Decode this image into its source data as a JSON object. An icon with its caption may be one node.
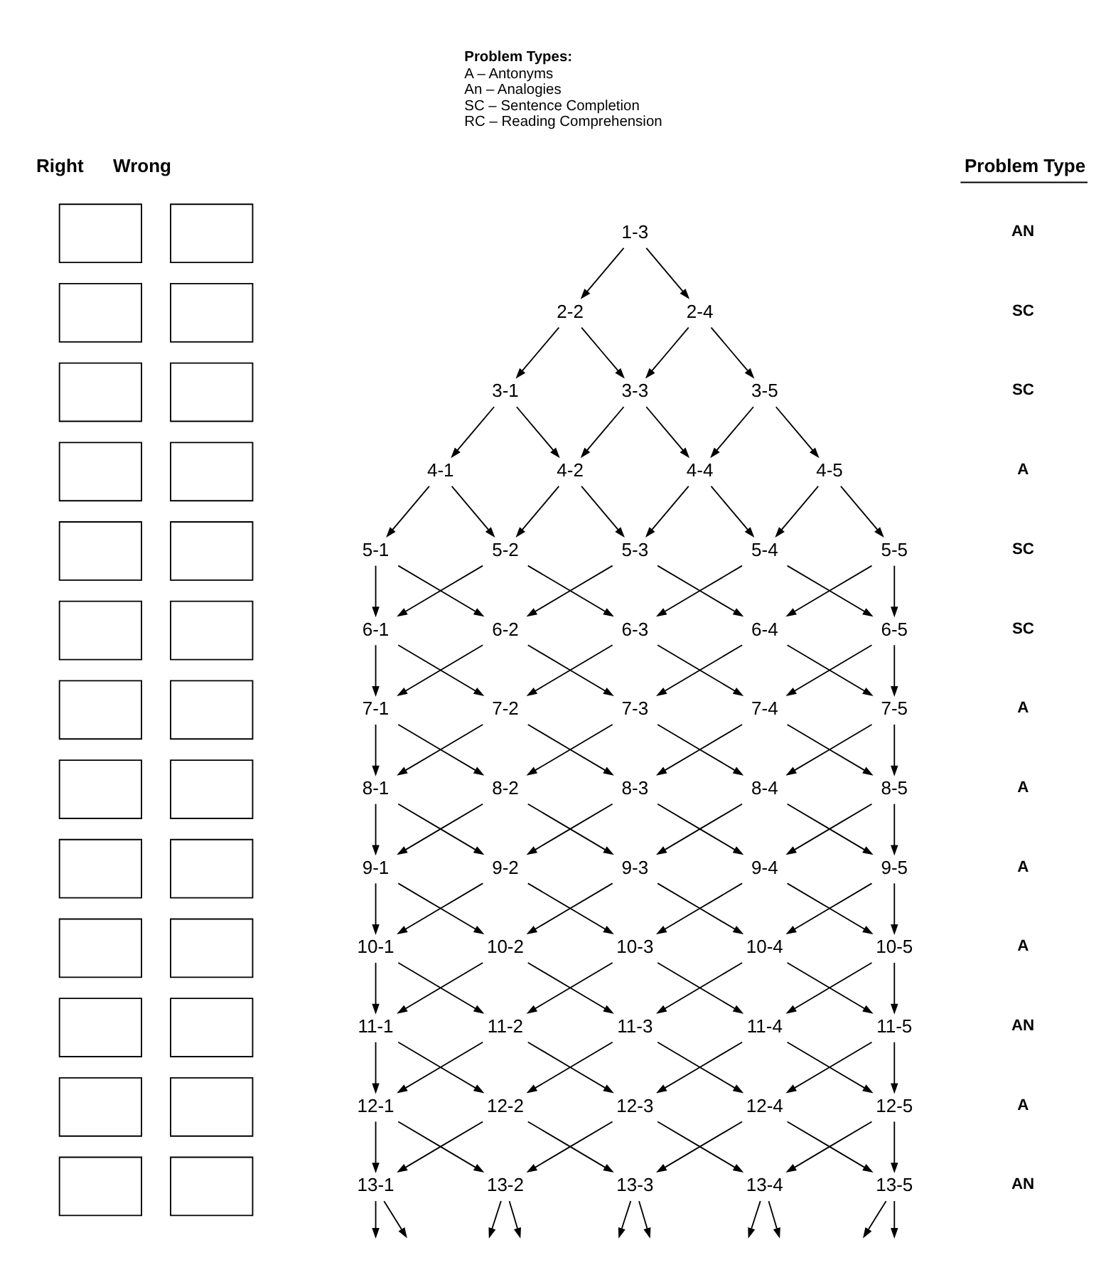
{
  "diagram": {
    "nodes": [
      {
        "text": [
          "1-3"
        ]
      },
      {
        "text": [
          "2-2"
        ]
      },
      {
        "text": [
          "2-4"
        ]
      },
      {
        "text": [
          "3-1"
        ]
      },
      {
        "text": [
          "3-3"
        ]
      },
      {
        "text": [
          "3-5"
        ]
      },
      {
        "text": [
          "4-1"
        ]
      },
      {
        "text": [
          "4-2"
        ]
      },
      {
        "text": [
          "4-4"
        ]
      },
      {
        "text": [
          "4-5"
        ]
      },
      {
        "text": [
          "5-1"
        ]
      },
      {
        "text": [
          "5-2"
        ]
      },
      {
        "text": [
          "5-3"
        ]
      },
      {
        "text": [
          "5-4"
        ]
      },
      {
        "text": [
          "5-5"
        ]
      },
      {
        "text": [
          "6-1"
        ]
      },
      {
        "text": [
          "6-2"
        ]
      },
      {
        "text": [
          "6-3"
        ]
      },
      {
        "text": [
          "6-4"
        ]
      },
      {
        "text": [
          "6-5"
        ]
      },
      {
        "text": [
          "7-1"
        ]
      },
      {
        "text": [
          "7-2"
        ]
      },
      {
        "text": [
          "7-3"
        ]
      },
      {
        "text": [
          "7-4"
        ]
      },
      {
        "text": [
          "7-5"
        ]
      },
      {
        "text": [
          "8-1"
        ]
      },
      {
        "text": [
          "8-2"
        ]
      },
      {
        "text": [
          "8-3"
        ]
      },
      {
        "text": [
          "8-4"
        ]
      },
      {
        "text": [
          "8-5"
        ]
      },
      {
        "text": [
          "9-1"
        ]
      },
      {
        "text": [
          "9-2"
        ]
      },
      {
        "text": [
          "9-3"
        ]
      },
      {
        "text": [
          "9-4"
        ]
      },
      {
        "text": [
          "9-5"
        ]
      },
      {
        "text": [
          "10-1"
        ]
      },
      {
        "text": [
          "10-2"
        ]
      },
      {
        "text": [
          "10-3"
        ]
      },
      {
        "text": [
          "10-4"
        ]
      },
      {
        "text": [
          "10-5"
        ]
      },
      {
        "text": [
          "11-1"
        ]
      },
      {
        "text": [
          "11-2"
        ]
      },
      {
        "text": [
          "11-3"
        ]
      },
      {
        "text": [
          "11-4"
        ]
      },
      {
        "text": [
          "11-5"
        ]
      },
      {
        "text": [
          "12-1"
        ]
      },
      {
        "text": [
          "12-2"
        ]
      },
      {
        "text": [
          "12-3"
        ]
      },
      {
        "text": [
          "12-4"
        ]
      },
      {
        "text": [
          "12-5"
        ]
      },
      {
        "text": [
          "13-1"
        ]
      },
      {
        "text": [
          "13-2"
        ]
      },
      {
        "text": [
          "13-3"
        ]
      },
      {
        "text": [
          "13-4"
        ]
      },
      {
        "text": [
          "13-5"
        ]
      },
      {
        "text": [],
        "shape": "box"
      },
      {
        "text": [],
        "shape": "box"
      },
      {
        "text": [],
        "shape": "box"
      },
      {
        "text": [],
        "shape": "box"
      },
      {
        "text": [],
        "shape": "box"
      },
      {
        "text": [],
        "shape": "box"
      },
      {
        "text": [],
        "shape": "box"
      },
      {
        "text": [],
        "shape": "box"
      },
      {
        "text": [],
        "shape": "box"
      },
      {
        "text": [],
        "shape": "box"
      },
      {
        "text": [],
        "shape": "box"
      },
      {
        "text": [],
        "shape": "box"
      },
      {
        "text": [],
        "shape": "box"
      },
      {
        "text": [],
        "shape": "box"
      },
      {
        "text": [],
        "shape": "box"
      },
      {
        "text": [],
        "shape": "box"
      },
      {
        "text": [],
        "shape": "box"
      },
      {
        "text": [],
        "shape": "box"
      },
      {
        "text": [],
        "shape": "box"
      },
      {
        "text": [],
        "shape": "box"
      },
      {
        "text": [],
        "shape": "box"
      },
      {
        "text": [],
        "shape": "box"
      },
      {
        "text": [],
        "shape": "box"
      },
      {
        "text": [],
        "shape": "box"
      },
      {
        "text": [],
        "shape": "box"
      },
      {
        "text": [],
        "shape": "box"
      }
    ],
    "edges": [
      {
        "from": 0,
        "to": 1,
        "arrow": "to"
      },
      {
        "from": 0,
        "to": 2,
        "arrow": "to"
      },
      {
        "from": 1,
        "to": 3,
        "arrow": "to"
      },
      {
        "from": 1,
        "to": 4,
        "arrow": "to"
      },
      {
        "from": 2,
        "to": 4,
        "arrow": "to"
      },
      {
        "from": 2,
        "to": 5,
        "arrow": "to"
      },
      {
        "from": 3,
        "to": 6,
        "arrow": "to"
      },
      {
        "from": 3,
        "to": 7,
        "arrow": "to"
      },
      {
        "from": 4,
        "to": 7,
        "arrow": "to"
      },
      {
        "from": 4,
        "to": 8,
        "arrow": "to"
      },
      {
        "from": 5,
        "to": 8,
        "arrow": "to"
      },
      {
        "from": 5,
        "to": 9,
        "arrow": "to"
      },
      {
        "from": 6,
        "to": 10,
        "arrow": "to"
      },
      {
        "from": 6,
        "to": 11,
        "arrow": "to"
      },
      {
        "from": 7,
        "to": 11,
        "arrow": "to"
      },
      {
        "from": 7,
        "to": 12,
        "arrow": "to"
      },
      {
        "from": 8,
        "to": 12,
        "arrow": "to"
      },
      {
        "from": 8,
        "to": 13,
        "arrow": "to"
      },
      {
        "from": 9,
        "to": 13,
        "arrow": "to"
      },
      {
        "from": 9,
        "to": 14,
        "arrow": "to"
      },
      {
        "from": 10,
        "to": 15,
        "arrow": "to"
      },
      {
        "from": 10,
        "to": 16,
        "arrow": "to"
      },
      {
        "from": 11,
        "to": 15,
        "arrow": "to"
      },
      {
        "from": 11,
        "to": 17,
        "arrow": "to"
      },
      {
        "from": 12,
        "to": 16,
        "arrow": "to"
      },
      {
        "from": 12,
        "to": 18,
        "arrow": "to"
      },
      {
        "from": 13,
        "to": 17,
        "arrow": "to"
      },
      {
        "from": 13,
        "to": 19,
        "arrow": "to"
      },
      {
        "from": 14,
        "to": 18,
        "arrow": "to"
      },
      {
        "from": 14,
        "to": 19,
        "arrow": "to"
      },
      {
        "from": 15,
        "to": 20,
        "arrow": "to"
      },
      {
        "from": 15,
        "to": 21,
        "arrow": "to"
      },
      {
        "from": 16,
        "to": 20,
        "arrow": "to"
      },
      {
        "from": 16,
        "to": 22,
        "arrow": "to"
      },
      {
        "from": 17,
        "to": 21,
        "arrow": "to"
      },
      {
        "from": 17,
        "to": 23,
        "arrow": "to"
      },
      {
        "from": 18,
        "to": 22,
        "arrow": "to"
      },
      {
        "from": 18,
        "to": 24,
        "arrow": "to"
      },
      {
        "from": 19,
        "to": 23,
        "arrow": "to"
      },
      {
        "from": 19,
        "to": 24,
        "arrow": "to"
      },
      {
        "from": 20,
        "to": 25,
        "arrow": "to"
      },
      {
        "from": 20,
        "to": 26,
        "arrow": "to"
      },
      {
        "from": 21,
        "to": 25,
        "arrow": "to"
      },
      {
        "from": 21,
        "to": 27,
        "arrow": "to"
      },
      {
        "from": 22,
        "to": 26,
        "arrow": "to"
      },
      {
        "from": 22,
        "to": 28,
        "arrow": "to"
      },
      {
        "from": 23,
        "to": 27,
        "arrow": "to"
      },
      {
        "from": 23,
        "to": 29,
        "arrow": "to"
      },
      {
        "from": 24,
        "to": 28,
        "arrow": "to"
      },
      {
        "from": 24,
        "to": 29,
        "arrow": "to"
      },
      {
        "from": 25,
        "to": 30,
        "arrow": "to"
      },
      {
        "from": 25,
        "to": 31,
        "arrow": "to"
      },
      {
        "from": 26,
        "to": 30,
        "arrow": "to"
      },
      {
        "from": 26,
        "to": 32,
        "arrow": "to"
      },
      {
        "from": 27,
        "to": 31,
        "arrow": "to"
      },
      {
        "from": 27,
        "to": 33,
        "arrow": "to"
      },
      {
        "from": 28,
        "to": 32,
        "arrow": "to"
      },
      {
        "from": 28,
        "to": 34,
        "arrow": "to"
      },
      {
        "from": 29,
        "to": 33,
        "arrow": "to"
      },
      {
        "from": 29,
        "to": 34,
        "arrow": "to"
      },
      {
        "from": 30,
        "to": 35,
        "arrow": "to"
      },
      {
        "from": 30,
        "to": 36,
        "arrow": "to"
      },
      {
        "from": 31,
        "to": 35,
        "arrow": "to"
      },
      {
        "from": 31,
        "to": 37,
        "arrow": "to"
      },
      {
        "from": 32,
        "to": 36,
        "arrow": "to"
      },
      {
        "from": 32,
        "to": 38,
        "arrow": "to"
      },
      {
        "from": 33,
        "to": 37,
        "arrow": "to"
      },
      {
        "from": 33,
        "to": 39,
        "arrow": "to"
      },
      {
        "from": 34,
        "to": 38,
        "arrow": "to"
      },
      {
        "from": 34,
        "to": 39,
        "arrow": "to"
      },
      {
        "from": 35,
        "to": 40,
        "arrow": "to"
      },
      {
        "from": 35,
        "to": 41,
        "arrow": "to"
      },
      {
        "from": 36,
        "to": 40,
        "arrow": "to"
      },
      {
        "from": 36,
        "to": 42,
        "arrow": "to"
      },
      {
        "from": 37,
        "to": 41,
        "arrow": "to"
      },
      {
        "from": 37,
        "to": 43,
        "arrow": "to"
      },
      {
        "from": 38,
        "to": 42,
        "arrow": "to"
      },
      {
        "from": 38,
        "to": 44,
        "arrow": "to"
      },
      {
        "from": 39,
        "to": 43,
        "arrow": "to"
      },
      {
        "from": 39,
        "to": 44,
        "arrow": "to"
      },
      {
        "from": 40,
        "to": 45,
        "arrow": "to"
      },
      {
        "from": 40,
        "to": 46,
        "arrow": "to"
      },
      {
        "from": 41,
        "to": 45,
        "arrow": "to"
      },
      {
        "from": 41,
        "to": 47,
        "arrow": "to"
      },
      {
        "from": 42,
        "to": 46,
        "arrow": "to"
      },
      {
        "from": 42,
        "to": 48,
        "arrow": "to"
      },
      {
        "from": 43,
        "to": 47,
        "arrow": "to"
      },
      {
        "from": 43,
        "to": 49,
        "arrow": "to"
      },
      {
        "from": 44,
        "to": 48,
        "arrow": "to"
      },
      {
        "from": 44,
        "to": 49,
        "arrow": "to"
      },
      {
        "from": 45,
        "to": 50,
        "arrow": "to"
      },
      {
        "from": 45,
        "to": 51,
        "arrow": "to"
      },
      {
        "from": 46,
        "to": 50,
        "arrow": "to"
      },
      {
        "from": 46,
        "to": 52,
        "arrow": "to"
      },
      {
        "from": 47,
        "to": 51,
        "arrow": "to"
      },
      {
        "from": 47,
        "to": 53,
        "arrow": "to"
      },
      {
        "from": 48,
        "to": 52,
        "arrow": "to"
      },
      {
        "from": 48,
        "to": 54,
        "arrow": "to"
      },
      {
        "from": 49,
        "to": 53,
        "arrow": "to"
      },
      {
        "from": 49,
        "to": 54,
        "arrow": "to"
      },
      {
        "from": 50,
        "to": null,
        "arrow": "to"
      },
      {
        "from": 50,
        "to": null,
        "arrow": "to"
      },
      {
        "from": 51,
        "to": null,
        "arrow": "to"
      },
      {
        "from": 51,
        "to": null,
        "arrow": "to"
      },
      {
        "from": 52,
        "to": null,
        "arrow": "to"
      },
      {
        "from": 52,
        "to": null,
        "arrow": "to"
      },
      {
        "from": 53,
        "to": null,
        "arrow": "to"
      },
      {
        "from": 53,
        "to": null,
        "arrow": "to"
      },
      {
        "from": 54,
        "to": null,
        "arrow": "to"
      },
      {
        "from": 54,
        "to": null,
        "arrow": "to"
      }
    ],
    "labels": [
      "Problem Types:",
      "A – Antonyms",
      "An – Analogies",
      "SC – Sentence Completion",
      "RC – Reading Comprehension",
      "Right",
      "Wrong",
      "Problem Type",
      "AN",
      "SC",
      "SC",
      "A",
      "SC",
      "SC",
      "A",
      "A",
      "A",
      "A",
      "AN",
      "A",
      "AN"
    ]
  }
}
